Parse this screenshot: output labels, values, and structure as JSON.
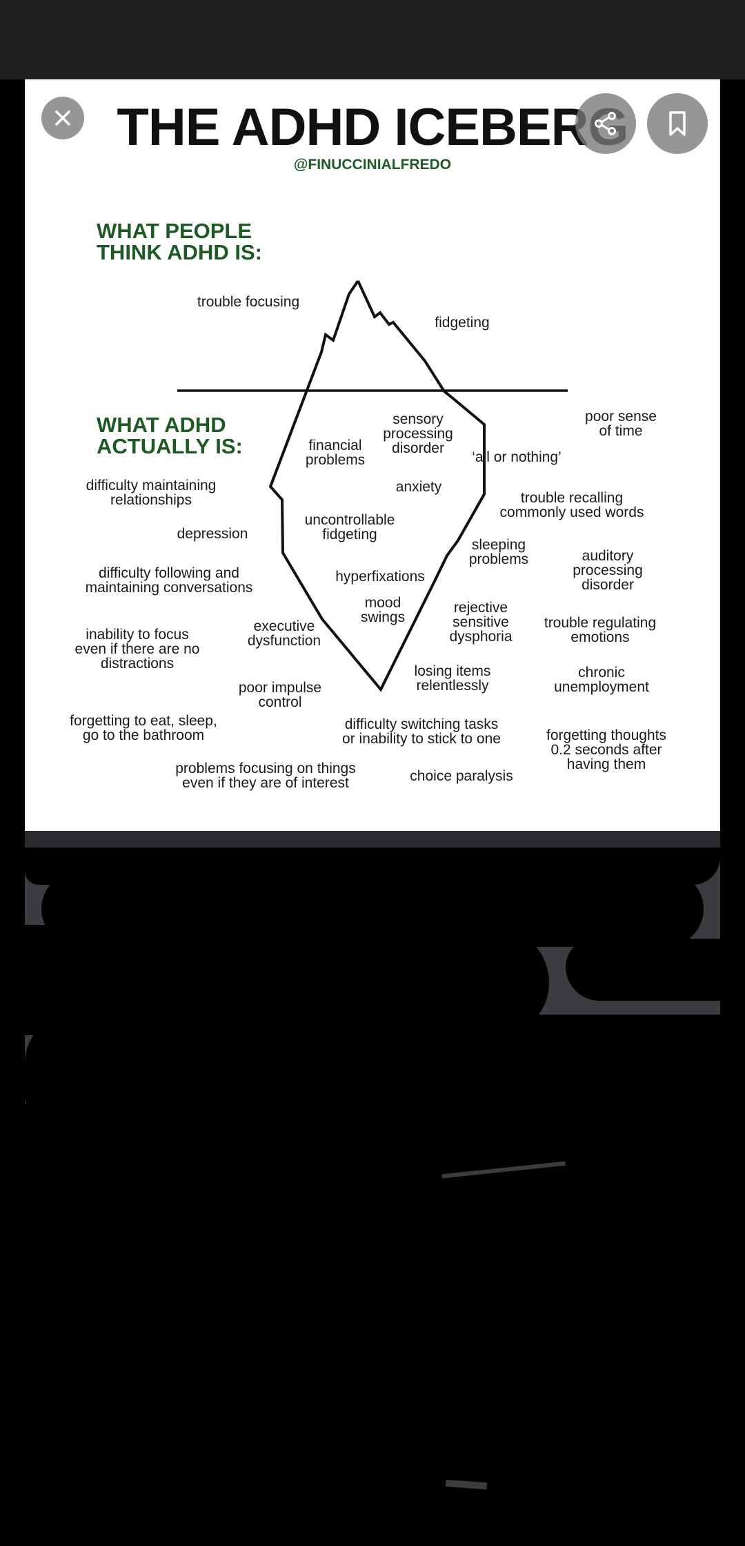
{
  "viewer": {
    "close_icon": "close-icon",
    "share_icon": "share-icon",
    "bookmark_icon": "bookmark-icon"
  },
  "infographic": {
    "title": "THE ADHD ICEBERG",
    "handle": "@FINUCCINIALFREDO",
    "heading_top": [
      "WHAT PEOPLE",
      "THINK ADHD IS:"
    ],
    "heading_bottom": [
      "WHAT ADHD",
      "ACTUALLY IS:"
    ],
    "colors": {
      "heading": "#1b5a21",
      "handle": "#1e5a23",
      "text": "#1a1a1a"
    },
    "above": [
      {
        "lines": [
          "trouble focusing"
        ]
      },
      {
        "lines": [
          "fidgeting"
        ]
      }
    ],
    "inside": [
      {
        "lines": [
          "sensory",
          "processing",
          "disorder"
        ]
      },
      {
        "lines": [
          "financial",
          "problems"
        ]
      },
      {
        "lines": [
          "anxiety"
        ]
      },
      {
        "lines": [
          "uncontrollable",
          "fidgeting"
        ]
      },
      {
        "lines": [
          "hyperfixations"
        ]
      },
      {
        "lines": [
          "mood",
          "swings"
        ]
      }
    ],
    "outside": [
      {
        "lines": [
          "poor sense",
          "of time"
        ]
      },
      {
        "lines": [
          "‘all or nothing’"
        ]
      },
      {
        "lines": [
          "difficulty maintaining",
          "relationships"
        ]
      },
      {
        "lines": [
          "trouble recalling",
          "commonly used words"
        ]
      },
      {
        "lines": [
          "depression"
        ]
      },
      {
        "lines": [
          "sleeping",
          "problems"
        ]
      },
      {
        "lines": [
          "auditory",
          "processing",
          "disorder"
        ]
      },
      {
        "lines": [
          "difficulty following and",
          "maintaining conversations"
        ]
      },
      {
        "lines": [
          "rejective",
          "sensitive",
          "dysphoria"
        ]
      },
      {
        "lines": [
          "trouble regulating",
          "emotions"
        ]
      },
      {
        "lines": [
          "inability to focus",
          "even if there are no",
          "distractions"
        ]
      },
      {
        "lines": [
          "executive",
          "dysfunction"
        ]
      },
      {
        "lines": [
          "losing items",
          "relentlessly"
        ]
      },
      {
        "lines": [
          "chronic",
          "unemployment"
        ]
      },
      {
        "lines": [
          "poor impulse",
          "control"
        ]
      },
      {
        "lines": [
          "forgetting to eat, sleep,",
          "go to the bathroom"
        ]
      },
      {
        "lines": [
          "difficulty switching tasks",
          "or inability to stick to one"
        ]
      },
      {
        "lines": [
          "forgetting thoughts",
          "0.2 seconds after",
          "having them"
        ]
      },
      {
        "lines": [
          "problems focusing on things",
          "even if they are of interest"
        ]
      },
      {
        "lines": [
          "choice paralysis"
        ]
      }
    ]
  }
}
